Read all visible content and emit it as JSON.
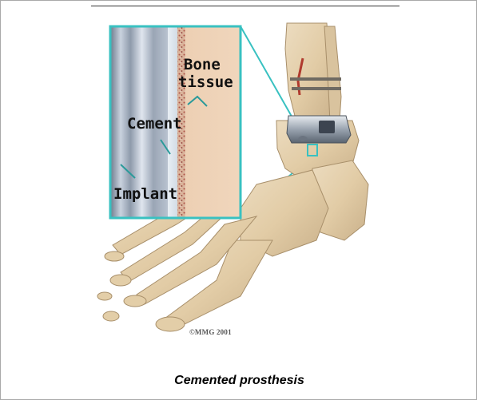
{
  "labels": {
    "bone": "Bone",
    "tissue": "tissue",
    "cement": "Cement",
    "implant": "Implant"
  },
  "copyright": "©MMG 2001",
  "caption": "Cemented prosthesis"
}
